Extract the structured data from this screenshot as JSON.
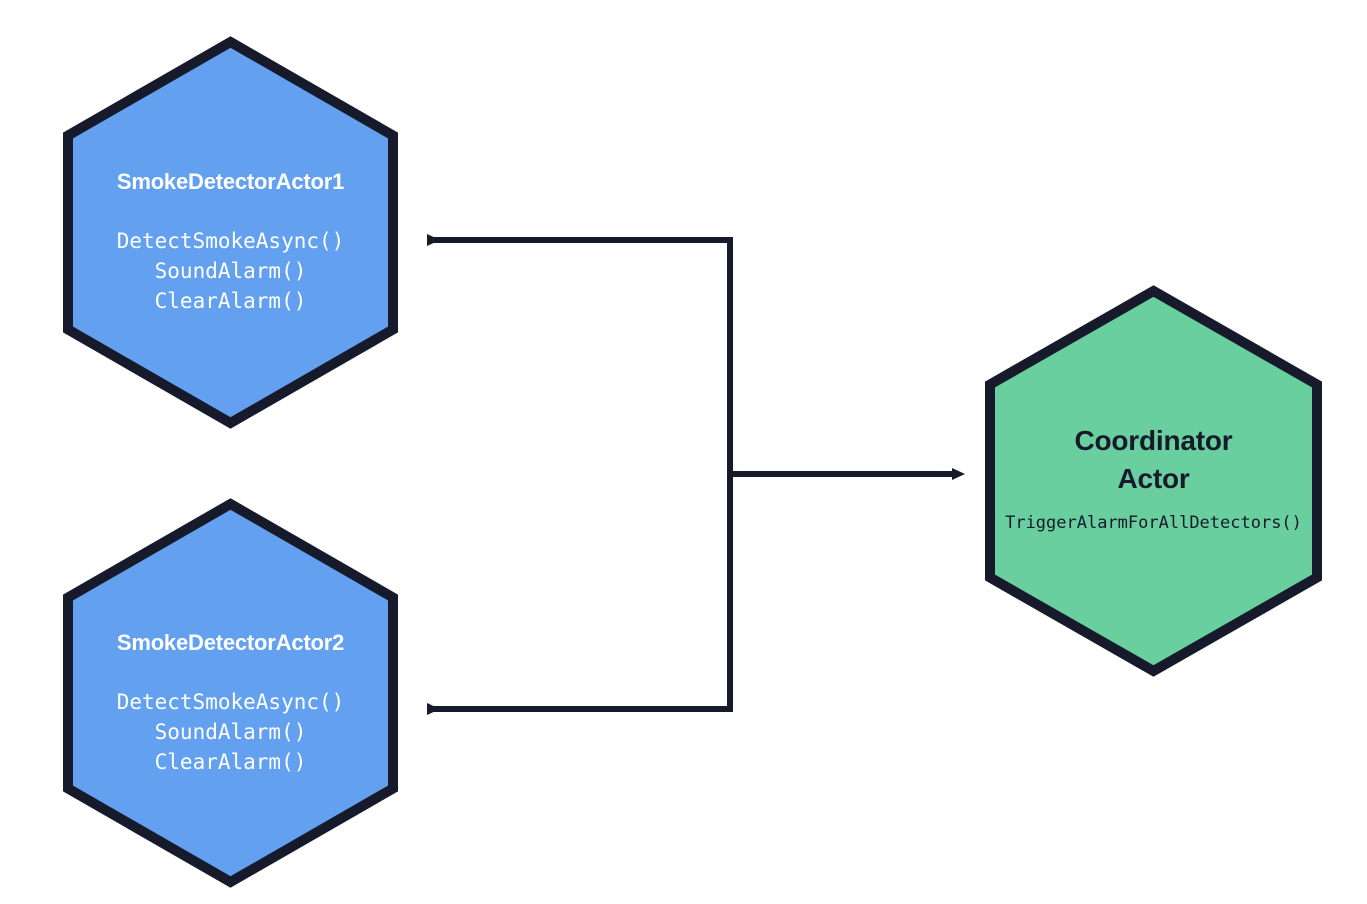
{
  "diagram": {
    "type": "actor-message-flow",
    "background_color": "#ffffff",
    "edge_color": "#171a2b",
    "nodes": [
      {
        "id": "smoke-detector-actor-1",
        "shape": "hexagon",
        "fill_color": "#63a0ef",
        "stroke_color": "#171a2b",
        "title": "SmokeDetectorActor1",
        "title_color": "#ffffff",
        "method_color": "#ffffff",
        "methods": [
          "DetectSmokeAsync()",
          "SoundAlarm()",
          "ClearAlarm()"
        ]
      },
      {
        "id": "smoke-detector-actor-2",
        "shape": "hexagon",
        "fill_color": "#63a0ef",
        "stroke_color": "#171a2b",
        "title": "SmokeDetectorActor2",
        "title_color": "#ffffff",
        "method_color": "#ffffff",
        "methods": [
          "DetectSmokeAsync()",
          "SoundAlarm()",
          "ClearAlarm()"
        ]
      },
      {
        "id": "coordinator-actor",
        "shape": "hexagon",
        "fill_color": "#69cf9e",
        "stroke_color": "#171a2b",
        "title_line1": "Coordinator",
        "title_line2": "Actor",
        "title_color": "#171a2b",
        "method_color": "#171a2b",
        "methods": [
          "TriggerAlarmForAllDetectors()"
        ]
      }
    ],
    "edges": [
      {
        "id": "coordinator-to-detector-1",
        "from": "coordinator-actor",
        "to": "smoke-detector-actor-1",
        "style": "elbow",
        "direction": "left",
        "label": ""
      },
      {
        "id": "coordinator-to-detector-2",
        "from": "coordinator-actor",
        "to": "smoke-detector-actor-2",
        "style": "elbow",
        "direction": "left",
        "label": ""
      },
      {
        "id": "trunk-to-coordinator",
        "from": "trunk",
        "to": "coordinator-actor",
        "style": "straight",
        "direction": "right",
        "label": ""
      }
    ]
  }
}
